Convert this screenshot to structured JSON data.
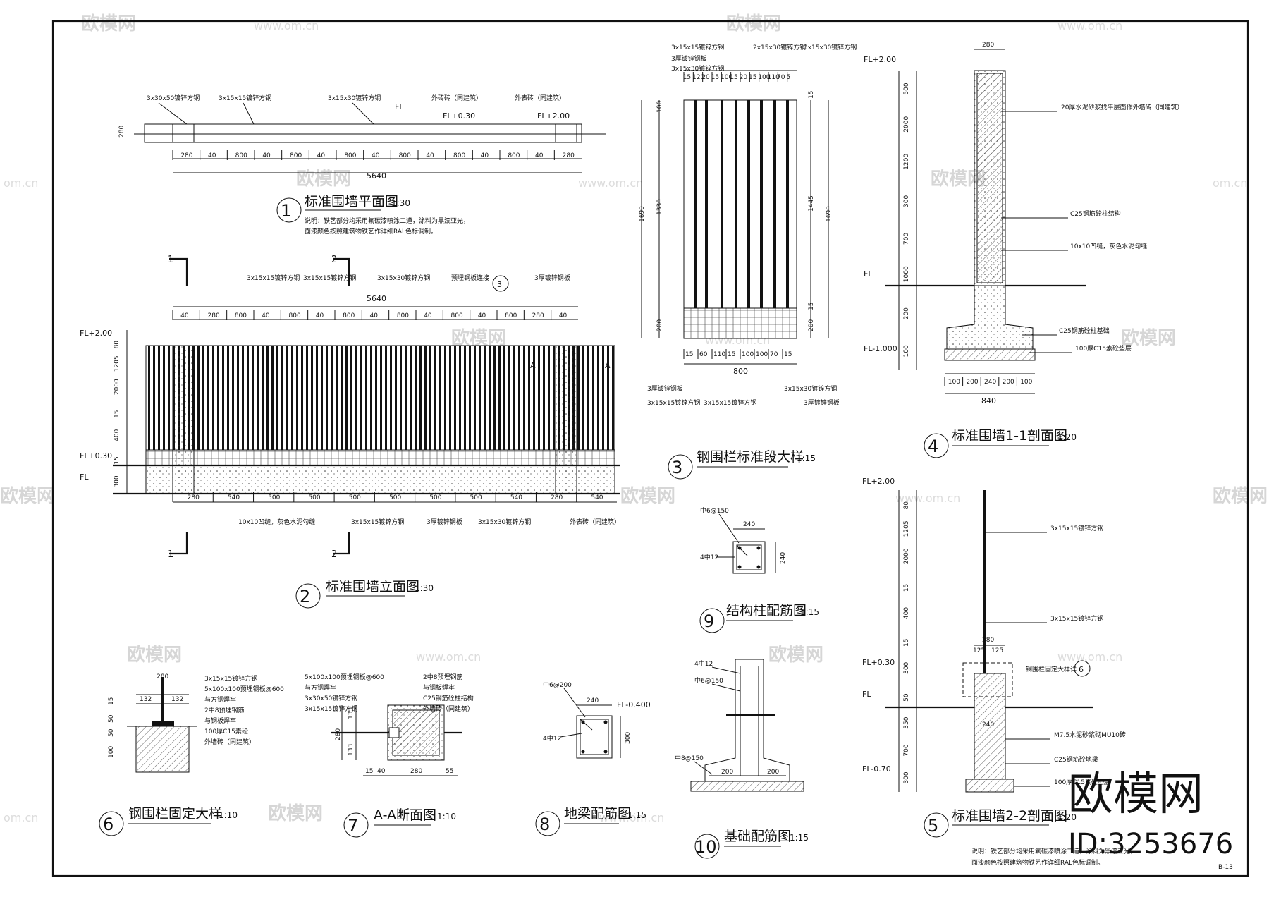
{
  "watermarks": {
    "brand": "欧模网",
    "domain": "www.om.cn",
    "edge": "om.cn"
  },
  "brand": {
    "name": "欧模网",
    "id": "ID:3253676"
  },
  "sheet_no": "B-13",
  "drawings": {
    "d1": {
      "num": "1",
      "title": "标准围墙平面图",
      "scale": "1:30",
      "note1": "说明：铁艺部分均采用氟碳漆喷涂二道，涂料为黑漆亚光，",
      "note2": "面漆颜色按照建筑物铁艺作详细RAL色标调制。",
      "labels": [
        "3x30x50镀锌方钢",
        "3x15x15镀锌方钢",
        "3x15x30镀锌方钢",
        "外砖砖（同建筑）",
        "外表砖（同建筑）"
      ],
      "fl": "FL",
      "fl030": "FL+0.30",
      "fl200": "FL+2.00",
      "h280": "280",
      "total": "5640",
      "dims": [
        "280",
        "40",
        "800",
        "40",
        "800",
        "40",
        "800",
        "40",
        "800",
        "40",
        "800",
        "40",
        "800",
        "40",
        "280"
      ]
    },
    "d2": {
      "num": "2",
      "title": "标准围墙立面图",
      "scale": "1:30",
      "sec1": "1",
      "sec2": "2",
      "sec3": "3",
      "secA": "A",
      "total": "5640",
      "fl200": "FL+2.00",
      "fl030": "FL+0.30",
      "fl": "FL",
      "vdims": [
        "80",
        "1205",
        "2000",
        "15",
        "400",
        "15",
        "300"
      ],
      "top_labels": [
        "3x15x15镀锌方钢",
        "3x15x15镀锌方钢",
        "3x15x30镀锌方钢",
        "预埋钢板连接",
        "3厚镀锌钢板"
      ],
      "top_dims": [
        "40",
        "280",
        "800",
        "40",
        "800",
        "40",
        "800",
        "40",
        "800",
        "40",
        "800",
        "40",
        "800",
        "280",
        "40"
      ],
      "bot_dims": [
        "280",
        "540",
        "500",
        "500",
        "500",
        "500",
        "500",
        "500",
        "540",
        "280",
        "540"
      ],
      "bot_labels": [
        "10x10凹缝，灰色水泥勾缝",
        "3x15x15镀锌方钢",
        "3厚镀锌钢板",
        "3x15x30镀锌方钢",
        "外表砖（同建筑）"
      ]
    },
    "d3": {
      "num": "3",
      "title": "钢围栏标准段大样",
      "scale": "1:15",
      "top_labels": [
        "3x15x15镀锌方钢",
        "3厚镀锌钢板",
        "3x15x30镀锌方钢",
        "2x15x30镀锌方钢",
        "3x15x30镀锌方钢"
      ],
      "top_dims": [
        "15",
        "120",
        "20",
        "15",
        "100",
        "15",
        "20",
        "15",
        "100",
        "110",
        "70",
        "5"
      ],
      "bot_dims": [
        "15",
        "60",
        "110",
        "15",
        "100",
        "100",
        "70",
        "15"
      ],
      "width": "800",
      "left_dims": [
        "100",
        "1330",
        "1690",
        "200"
      ],
      "right_dims": [
        "15",
        "1445",
        "1690",
        "15",
        "200"
      ],
      "bot_labels": [
        "3厚镀锌钢板",
        "3x15x15镀锌方钢",
        "3x15x15镀锌方钢",
        "3x15x30镀锌方钢",
        "3厚镀锌钢板"
      ]
    },
    "d4": {
      "num": "4",
      "title": "标准围墙1-1剖面图",
      "scale": "1:20",
      "fl200": "FL+2.00",
      "fl": "FL",
      "fl1000": "FL-1.000",
      "top": "280",
      "vdims": [
        "500",
        "2000",
        "1200",
        "300",
        "700",
        "1000",
        "200",
        "100"
      ],
      "bot_dims": [
        "100",
        "200",
        "240",
        "200",
        "100"
      ],
      "total": "840",
      "labels": [
        "20厚水泥砂浆找平层面作外墙砖（同建筑）",
        "C25钢筋砼柱结构",
        "10x10凹缝，灰色水泥勾缝",
        "C25钢筋砼柱基础",
        "100厚C15素砼垫层"
      ]
    },
    "d5": {
      "num": "5",
      "title": "标准围墙2-2剖面图",
      "scale": "1:20",
      "fl200": "FL+2.00",
      "fl030": "FL+0.30",
      "fl": "FL",
      "fl070": "FL-0.70",
      "vdims": [
        "80",
        "1205",
        "2000",
        "15",
        "400",
        "15",
        "300",
        "50",
        "350",
        "700",
        "300"
      ],
      "top": "280",
      "sub": [
        "125",
        "125"
      ],
      "w240": "240",
      "ref": "6",
      "labels": [
        "3x15x15镀锌方钢",
        "3x15x15镀锌方钢",
        "钢围栏固定大样详",
        "M7.5水泥砂浆砌MU10砖",
        "C25钢筋砼地梁",
        "100厚C15素砼垫层"
      ],
      "note1": "说明：铁艺部分均采用氟碳漆喷涂二道，涂料为黑漆亚光，",
      "note2": "面漆颜色按照建筑物铁艺作详细RAL色标调制。"
    },
    "d6": {
      "num": "6",
      "title": "钢围栏固定大样",
      "scale": "1:10",
      "top": "280",
      "sub": [
        "132",
        "132"
      ],
      "vdims": [
        "15",
        "50",
        "50",
        "100"
      ],
      "labels": [
        "3x15x15镀锌方钢",
        "5x100x100预埋钢板@600",
        "与方钢焊牢",
        "2中8预埋钢筋",
        "与钢板焊牢",
        "100厚C15素砼",
        "外墙砖（同建筑）"
      ]
    },
    "d7": {
      "num": "7",
      "title": "A-A断面图",
      "scale": "1:10",
      "labels": [
        "5x100x100预埋钢板@600",
        "与方钢焊牢",
        "3x30x50镀锌方钢",
        "3x15x15镀锌方钢",
        "2中8预埋钢筋",
        "与钢板焊牢",
        "C25钢筋砼柱结构",
        "外墙砖（同建筑）"
      ],
      "vdims": [
        "133",
        "280",
        "133"
      ],
      "bot_dims": [
        "15",
        "40",
        "280",
        "55"
      ]
    },
    "d8": {
      "num": "8",
      "title": "地梁配筋图",
      "scale": "1:15",
      "stirrup": "中6@200",
      "bars": "4中12",
      "w": "240",
      "h": "300",
      "fl": "FL-0.400"
    },
    "d9": {
      "num": "9",
      "title": "结构柱配筋图",
      "scale": "1:15",
      "stirrup": "中6@150",
      "bars": "4中12",
      "w": "240",
      "h": "240"
    },
    "d10": {
      "num": "10",
      "title": "基础配筋图",
      "scale": "1:15",
      "labels": [
        "4中12",
        "中6@150",
        "中8@150"
      ],
      "dims": [
        "200",
        "200"
      ]
    }
  }
}
